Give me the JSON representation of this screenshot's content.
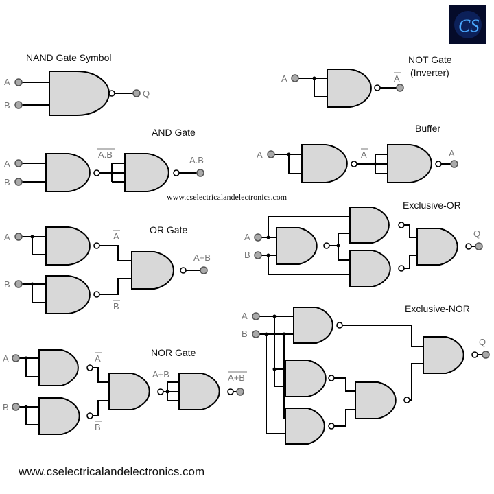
{
  "titles": {
    "nand": "NAND Gate Symbol",
    "not": "NOT Gate",
    "not_sub": "(Inverter)",
    "and": "AND Gate",
    "buffer": "Buffer",
    "or": "OR Gate",
    "xor": "Exclusive-OR",
    "nor": "NOR Gate",
    "xnor": "Exclusive-NOR"
  },
  "signals": {
    "a": "A",
    "b": "B",
    "q": "Q",
    "a_bar": "A",
    "b_bar": "B",
    "ab_bar": "A.B",
    "ab": "A.B",
    "a_plus_b": "A+B",
    "a_plus_b_bar": "A+B"
  },
  "watermark": "www.cselectricalandelectronics.com",
  "footer": "www.cselectricalandelectronics.com",
  "logo": {
    "text": "CS",
    "bg": "#050b2a",
    "fg": "#4aa8ff"
  },
  "colors": {
    "gate_fill": "#d8d8d8",
    "pin_fill": "#a9a9a9",
    "label": "#777777"
  }
}
